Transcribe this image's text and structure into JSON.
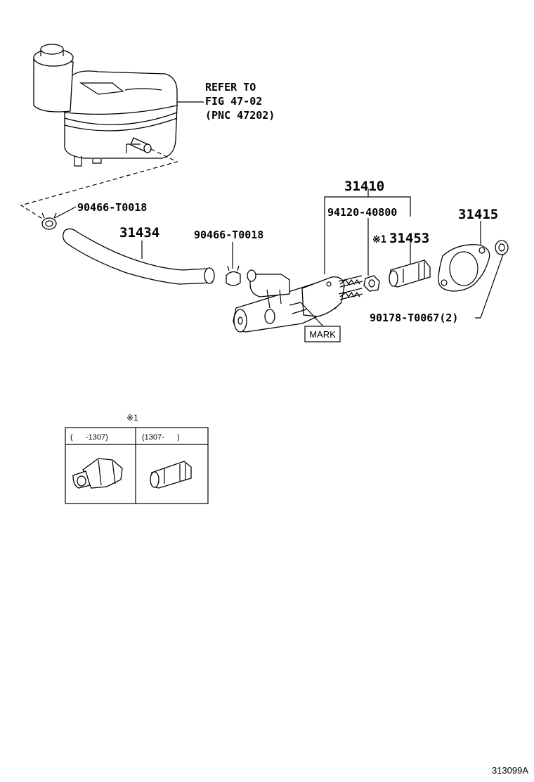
{
  "reference_note": {
    "line1": "REFER TO",
    "line2": "FIG 47-02",
    "line3": "(PNC 47202)"
  },
  "labels": {
    "clip_left": "90466-T0018",
    "hose": "31434",
    "clip_right": "90466-T0018",
    "master_cylinder_assy": "31410",
    "nut": "94120-40800",
    "push_rod_clevis": "31453",
    "push_rod_marker": "※1",
    "gasket": "31415",
    "grommet": "90178-T0067(2)",
    "mark_box": "MARK"
  },
  "variant_table": {
    "marker": "※1",
    "col1_header": "(      -1307)",
    "col2_header": "(1307-      )"
  },
  "diagram_id": "313099A"
}
